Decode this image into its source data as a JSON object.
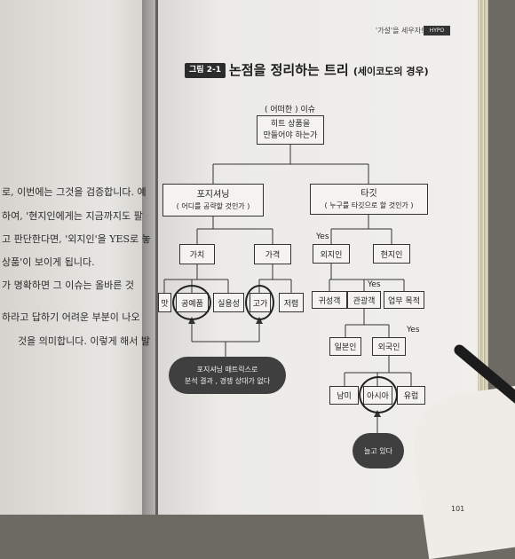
{
  "left_page": {
    "lines": [
      "로, 이번에는 그것을 검증합니다. 예",
      "하여, '현지인에게는 지금까지도 팔",
      "고 판단한다면, '외지인'을 YES로 놓",
      "상품'이 보이게 됩니다.",
      "가 명확하면 그 이슈는 올바른 것",
      "하라고 답하기 어려운 부분이 나오",
      "것을 의미합니다. 이렇게 해서 발"
    ]
  },
  "header": {
    "tag": "'가설'을 세우자!",
    "box": "HYPO"
  },
  "figure": {
    "badge": "그림 2-1",
    "title": "논점을 정리하는 트리",
    "subtitle": "(세이코도의 경우)",
    "issue_label": "( 어떠한 ) 이슈",
    "root": [
      "히트 상품을",
      "만들어야 하는가"
    ],
    "positioning": {
      "title": "포지셔닝",
      "sub": "( 어디를 공략할 것인가 )"
    },
    "target": {
      "title": "타깃",
      "sub": "( 누구를 타깃으로 할 것인가 )"
    },
    "value": "가치",
    "price": "가격",
    "value_items": [
      "맛",
      "공예품",
      "실용성"
    ],
    "price_items": [
      "고가",
      "저렴"
    ],
    "outsider": "외지인",
    "local": "현지인",
    "yes1": "Yes",
    "yes2": "Yes",
    "yes3": "Yes",
    "outsider_items": [
      "귀성객",
      "관광객",
      "업무 목적"
    ],
    "origin_items": [
      "일본인",
      "외국인"
    ],
    "region_items": [
      "남미",
      "아시아",
      "유럽"
    ],
    "pill_positioning": [
      "포지셔닝 매트릭스로",
      "분석 결과 , 경쟁 상대가 없다"
    ],
    "pill_target": [
      "늘고 있다"
    ]
  },
  "page_number": "101"
}
